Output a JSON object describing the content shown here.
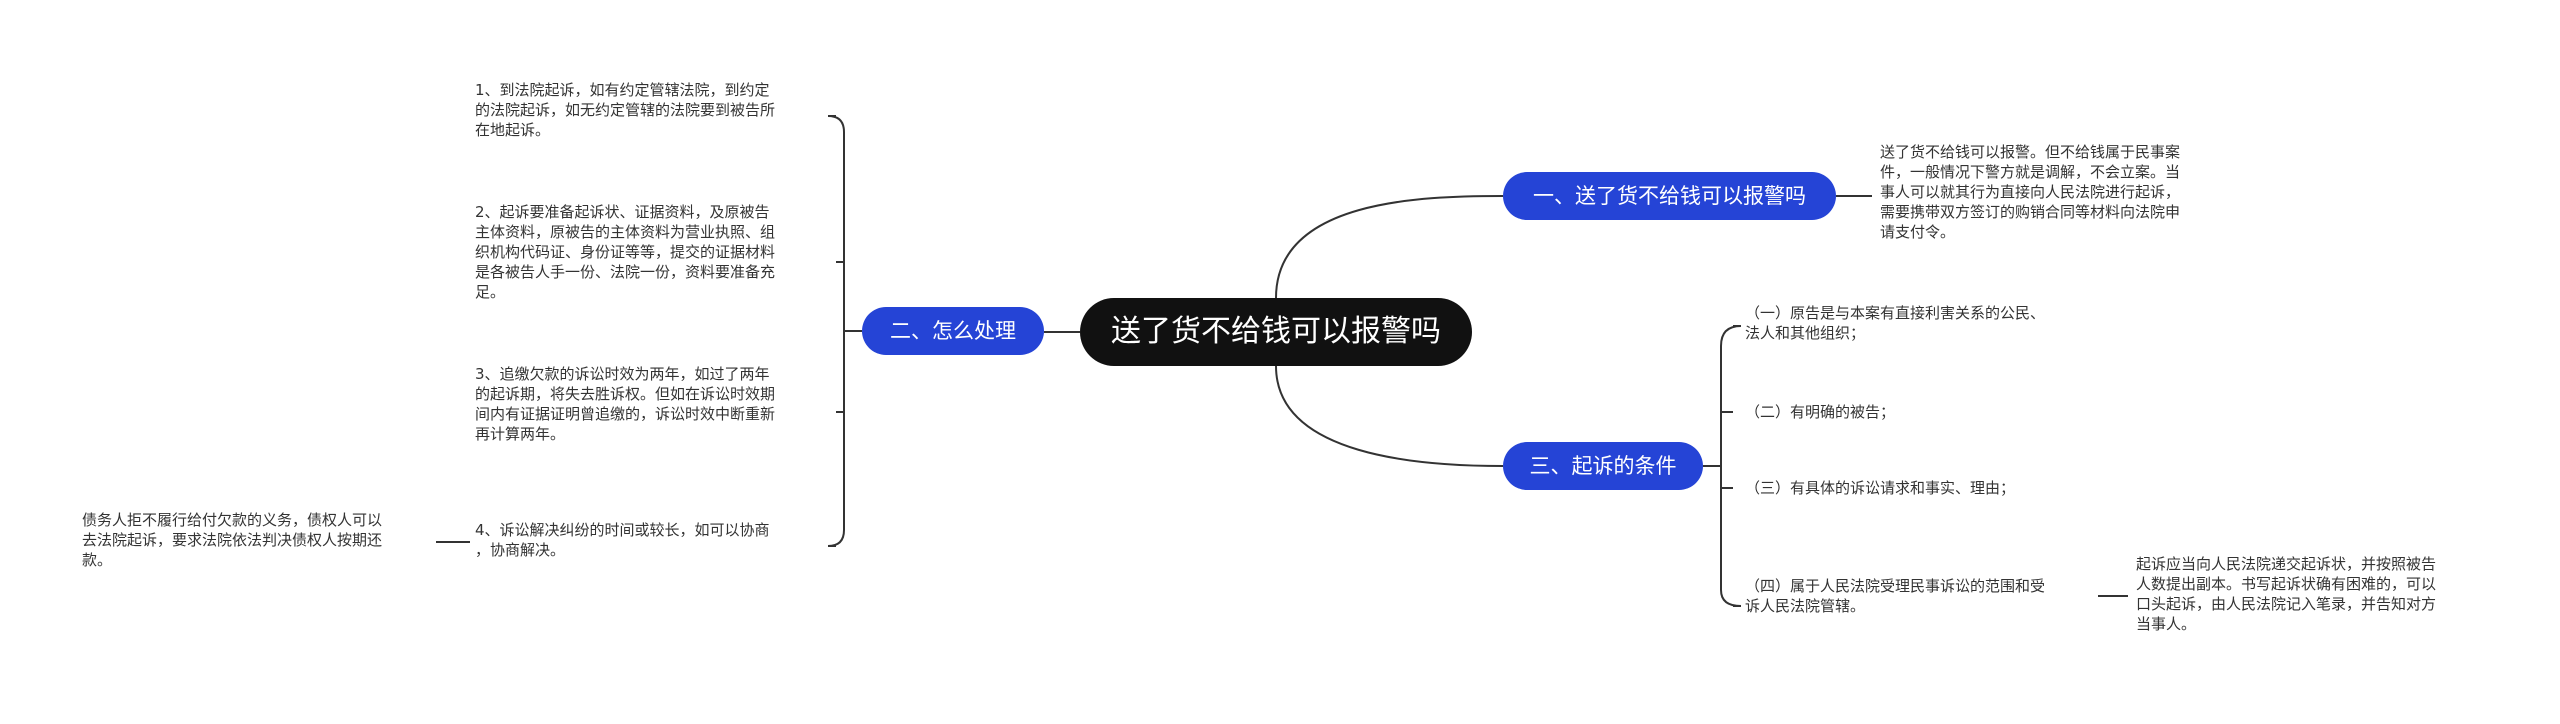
{
  "root": {
    "title": "送了货不给钱可以报警吗"
  },
  "branches": {
    "b1": {
      "label": "一、送了货不给钱可以报警吗",
      "detail_lines": [
        "送了货不给钱可以报警。但不给钱属于民事案",
        "件，一般情况下警方就是调解，不会立案。当",
        "事人可以就其行为直接向人民法院进行起诉，",
        "需要携带双方签订的购销合同等材料向法院申",
        "请支付令。"
      ]
    },
    "b2": {
      "label": "二、怎么处理",
      "items": [
        {
          "lines": [
            "1、到法院起诉，如有约定管辖法院，到约定",
            "的法院起诉，如无约定管辖的法院要到被告所",
            "在地起诉。"
          ]
        },
        {
          "lines": [
            "2、起诉要准备起诉状、证据资料，及原被告",
            "主体资料，原被告的主体资料为营业执照、组",
            "织机构代码证、身份证等等，提交的证据材料",
            "是各被告人手一份、法院一份，资料要准备充",
            "足。"
          ]
        },
        {
          "lines": [
            "3、追缴欠款的诉讼时效为两年，如过了两年",
            "的起诉期，将失去胜诉权。但如在诉讼时效期",
            "间内有证据证明曾追缴的，诉讼时效中断重新",
            "再计算两年。"
          ]
        },
        {
          "lines": [
            "4、诉讼解决纠纷的时间或较长，如可以协商",
            "，协商解决。"
          ]
        }
      ],
      "sub_of_item4": {
        "lines": [
          "债务人拒不履行给付欠款的义务，债权人可以",
          "去法院起诉，要求法院依法判决债权人按期还",
          "款。"
        ]
      }
    },
    "b3": {
      "label": "三、起诉的条件",
      "items": [
        {
          "lines": [
            "（一）原告是与本案有直接利害关系的公民、",
            "法人和其他组织；"
          ]
        },
        {
          "lines": [
            "（二）有明确的被告；"
          ]
        },
        {
          "lines": [
            "（三）有具体的诉讼请求和事实、理由；"
          ]
        },
        {
          "lines": [
            "（四）属于人民法院受理民事诉讼的范围和受",
            "诉人民法院管辖。"
          ]
        }
      ],
      "sub_of_item4": {
        "lines": [
          "起诉应当向人民法院递交起诉状，并按照被告",
          "人数提出副本。书写起诉状确有困难的，可以",
          "口头起诉，由人民法院记入笔录，并告知对方",
          "当事人。"
        ]
      }
    }
  }
}
